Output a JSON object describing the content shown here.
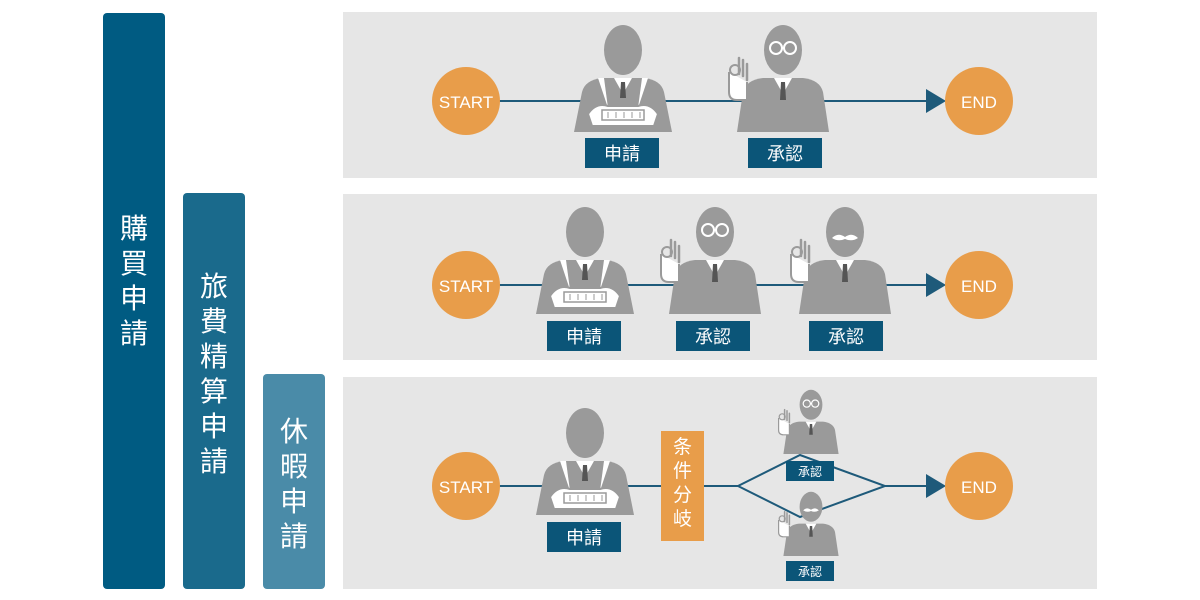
{
  "colors": {
    "bar_purchase": "#005b82",
    "bar_travel": "#1a6a8c",
    "bar_leave": "#4a8ba8",
    "panel": "#e6e6e6",
    "circle": "#e89d4a",
    "label": "#0b5578",
    "line": "#1e5a7a",
    "person": "#9a9a9a",
    "person_dark": "#707070",
    "branch": "#e89d4a"
  },
  "categories": [
    {
      "text": "購買申請"
    },
    {
      "text": "旅費精算申請"
    },
    {
      "text": "休暇申請"
    }
  ],
  "flows": [
    {
      "start": "START",
      "end": "END",
      "steps": [
        "申請",
        "承認"
      ]
    },
    {
      "start": "START",
      "end": "END",
      "steps": [
        "申請",
        "承認",
        "承認"
      ]
    },
    {
      "start": "START",
      "end": "END",
      "steps": [
        "申請"
      ],
      "branch": "条件分岐",
      "branch_steps": [
        "承認",
        "承認"
      ]
    }
  ]
}
